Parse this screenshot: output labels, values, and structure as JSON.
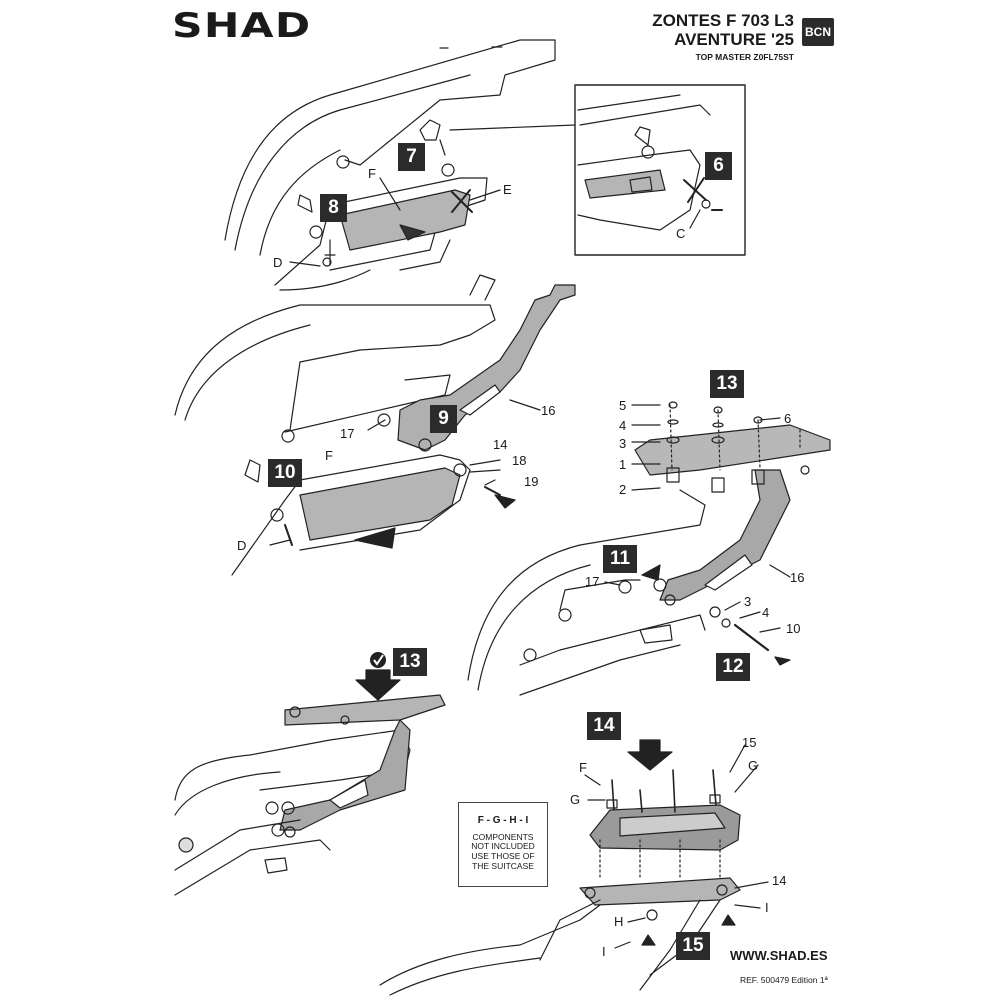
{
  "header": {
    "logo": "SHAD",
    "model_line1": "ZONTES F 703 L3",
    "model_line2": "AVENTURE '25",
    "product_line": "TOP MASTER Z0FL75ST",
    "badge": "BCN"
  },
  "steps": [
    "6",
    "7",
    "8",
    "9",
    "10",
    "11",
    "12",
    "13",
    "13",
    "14",
    "15"
  ],
  "labels": {
    "panel1": [
      "F",
      "E",
      "D"
    ],
    "inset": [
      "C"
    ],
    "panel2": [
      "16",
      "17",
      "F",
      "14",
      "18",
      "19",
      "D"
    ],
    "panel3": [
      "5",
      "4",
      "3",
      "1",
      "2",
      "6",
      "17",
      "16",
      "3",
      "4",
      "10"
    ],
    "panel5": [
      "15",
      "F",
      "G",
      "G",
      "14",
      "H",
      "I",
      "I"
    ]
  },
  "note": {
    "heading": "F - G - H - I",
    "line1": "COMPONENTS",
    "line2": "NOT INCLUDED",
    "line3": "USE THOSE OF",
    "line4": "THE SUITCASE"
  },
  "footer": {
    "website": "WWW.SHAD.ES",
    "reference": "REF. 500479 Edition 1ª"
  },
  "colors": {
    "ink": "#1a1a1a",
    "step_bg": "#2b2b2b",
    "plate": "#9a9a9a"
  }
}
